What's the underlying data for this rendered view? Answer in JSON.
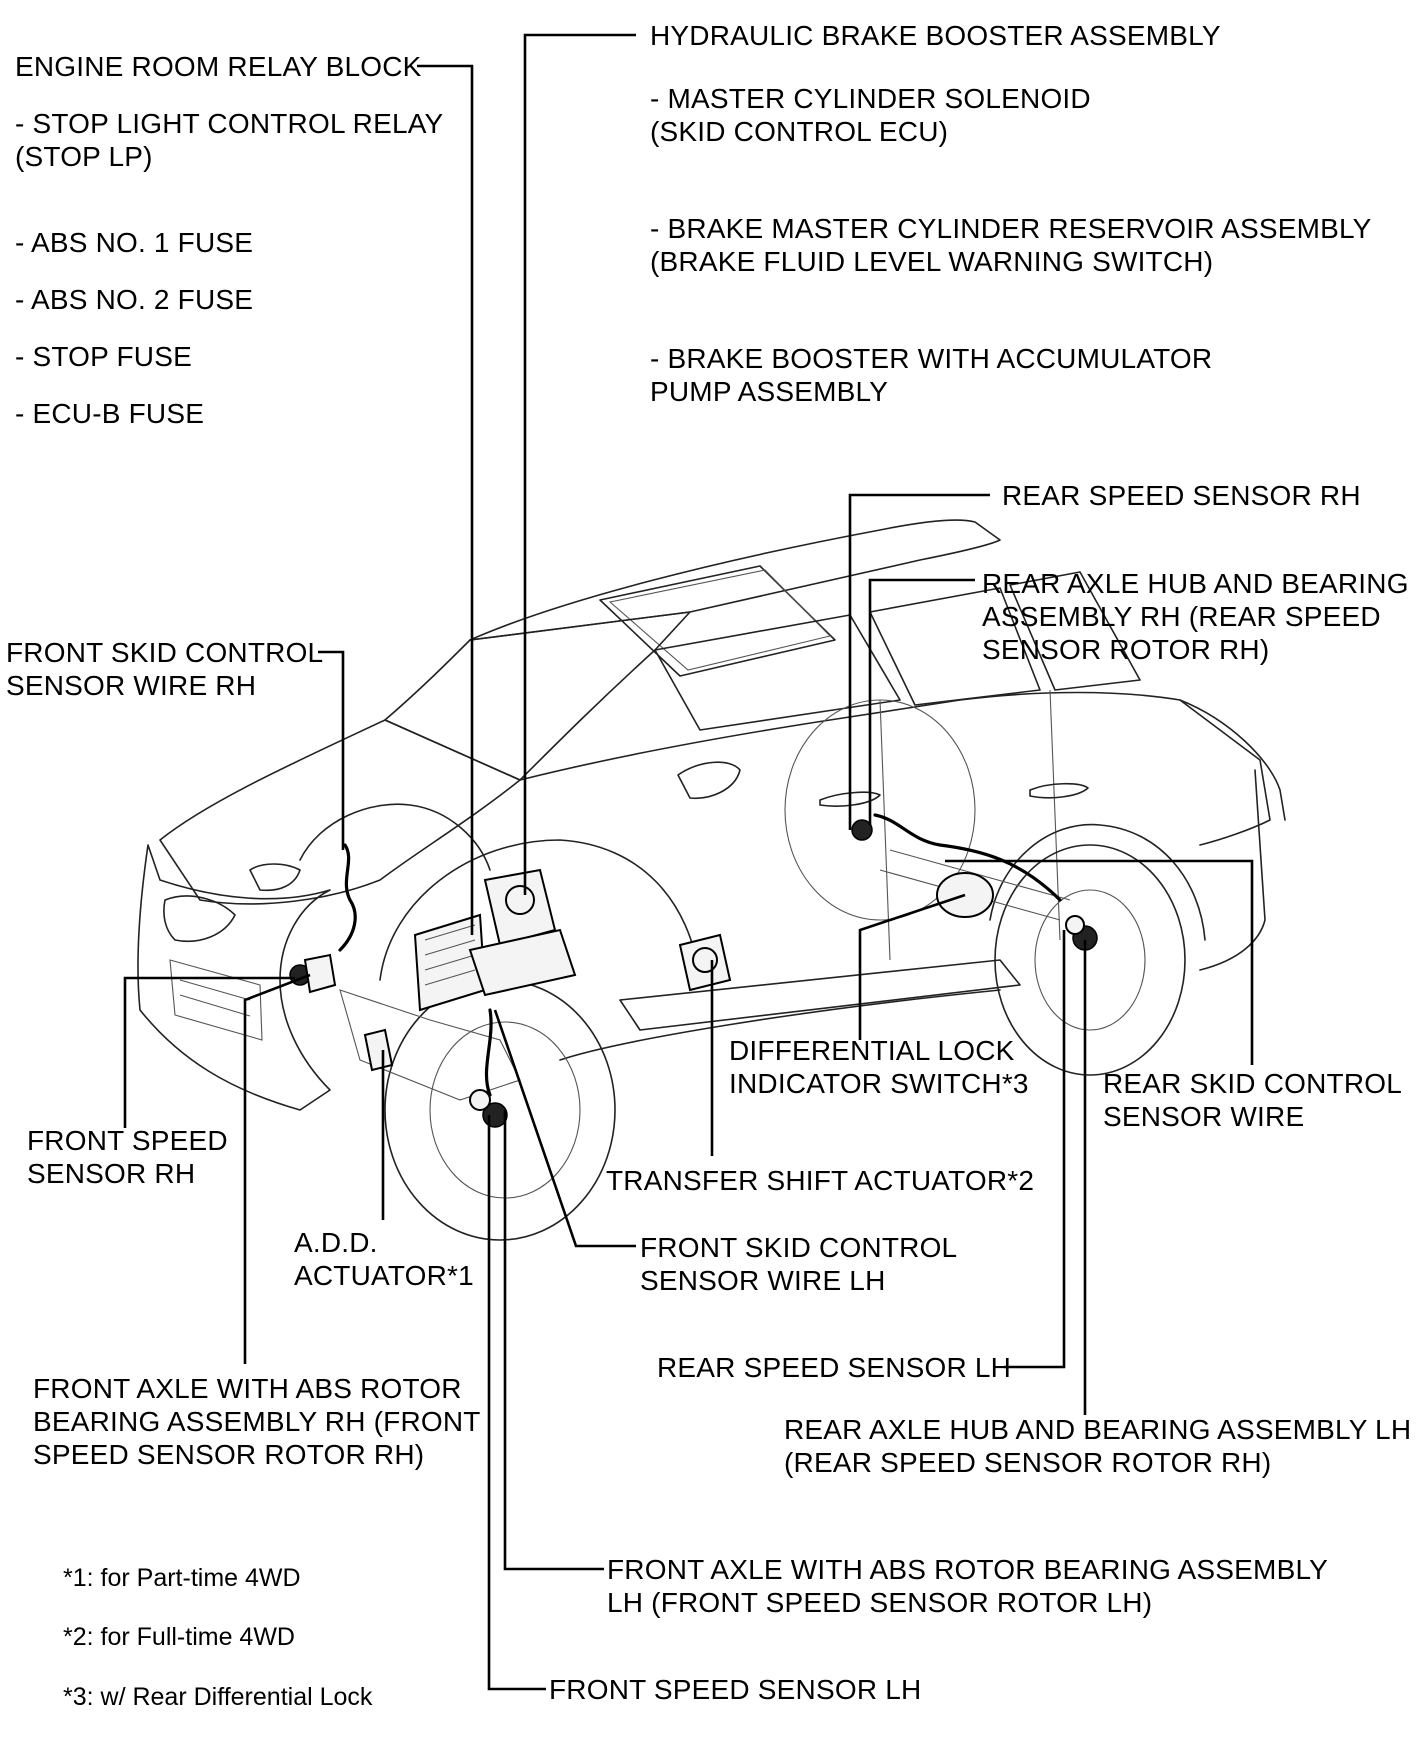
{
  "labels": {
    "engine_room_relay_block": [
      "ENGINE ROOM RELAY BLOCK"
    ],
    "relay_block_items": [
      [
        "- STOP LIGHT CONTROL RELAY",
        "(STOP LP)"
      ],
      [
        "- ABS NO. 1 FUSE"
      ],
      [
        "- ABS NO. 2 FUSE"
      ],
      [
        "- STOP FUSE"
      ],
      [
        "- ECU-B FUSE"
      ]
    ],
    "hydraulic_brake_booster": [
      "HYDRAULIC BRAKE BOOSTER ASSEMBLY"
    ],
    "booster_items": [
      [
        "- MASTER CYLINDER SOLENOID",
        "(SKID CONTROL ECU)"
      ],
      [
        "- BRAKE MASTER CYLINDER RESERVOIR ASSEMBLY",
        "(BRAKE FLUID LEVEL WARNING SWITCH)"
      ],
      [
        "- BRAKE BOOSTER WITH ACCUMULATOR",
        "PUMP ASSEMBLY"
      ]
    ],
    "rear_speed_sensor_rh": [
      "REAR SPEED SENSOR RH"
    ],
    "rear_axle_hub_rh": [
      "REAR AXLE HUB AND BEARING",
      "ASSEMBLY RH (REAR SPEED",
      "SENSOR ROTOR RH)"
    ],
    "front_skid_wire_rh": [
      "FRONT SKID CONTROL",
      "SENSOR WIRE RH"
    ],
    "diff_lock_switch": [
      "DIFFERENTIAL LOCK",
      "INDICATOR SWITCH*3"
    ],
    "rear_skid_wire": [
      "REAR SKID CONTROL",
      "SENSOR WIRE"
    ],
    "front_speed_sensor_rh": [
      "FRONT SPEED",
      "SENSOR RH"
    ],
    "transfer_shift_actuator": [
      "TRANSFER SHIFT ACTUATOR*2"
    ],
    "add_actuator": [
      "A.D.D.",
      "ACTUATOR*1"
    ],
    "front_skid_wire_lh": [
      "FRONT SKID CONTROL",
      "SENSOR WIRE LH"
    ],
    "front_axle_rh": [
      "FRONT AXLE WITH ABS ROTOR",
      "BEARING ASSEMBLY RH (FRONT",
      "SPEED SENSOR ROTOR RH)"
    ],
    "rear_speed_sensor_lh": [
      "REAR SPEED SENSOR LH"
    ],
    "rear_axle_hub_lh": [
      "REAR AXLE HUB AND BEARING ASSEMBLY LH",
      "(REAR SPEED SENSOR ROTOR RH)"
    ],
    "front_axle_lh": [
      "FRONT AXLE WITH ABS ROTOR BEARING ASSEMBLY",
      "LH (FRONT SPEED SENSOR ROTOR LH)"
    ],
    "front_speed_sensor_lh": [
      "FRONT SPEED SENSOR LH"
    ]
  },
  "notes": [
    "*1: for Part-time 4WD",
    "*2: for Full-time 4WD",
    "*3: w/ Rear Differential Lock"
  ]
}
